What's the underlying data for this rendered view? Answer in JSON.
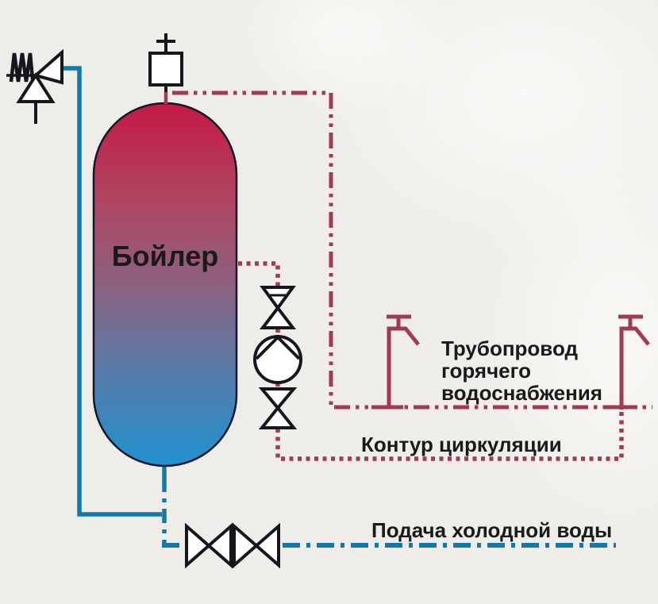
{
  "diagram": {
    "boiler_label": "Бойлер",
    "hot_water_pipeline": {
      "line1": "Трубопровод",
      "line2": "горячего",
      "line3": "водоснабжения"
    },
    "circulation_label": "Контур циркуляции",
    "cold_water_label": "Подача холодной воды"
  },
  "pipes": {
    "hot_supply": {
      "style": "dash-dot-dot",
      "color": "#a23a52"
    },
    "circulation": {
      "style": "dotted",
      "color": "#a23a52"
    },
    "cold_supply": {
      "style": "dash-dot",
      "color": "#1478aa"
    }
  },
  "colors": {
    "hot_pipe_maroon": "#a23a52",
    "cold_pipe_blue": "#1478aa",
    "boiler_gradient_top": "#c51946",
    "boiler_gradient_middle": "#8d617f",
    "boiler_gradient_bottom": "#2191cf",
    "symbol_outline": "#16161e",
    "label_text": "#1a1a1a",
    "background": "#efedea"
  },
  "icons": {
    "safety_valve": "safety-relief-valve-icon",
    "air_vent": "air-vent-valve-icon",
    "check_valve": "check-valve-icon",
    "pump": "circulation-pump-icon",
    "shutoff_valve": "shutoff-valve-icon",
    "gate_valve_pair": "double-gate-valve-icon",
    "tap": "water-tap-icon"
  }
}
